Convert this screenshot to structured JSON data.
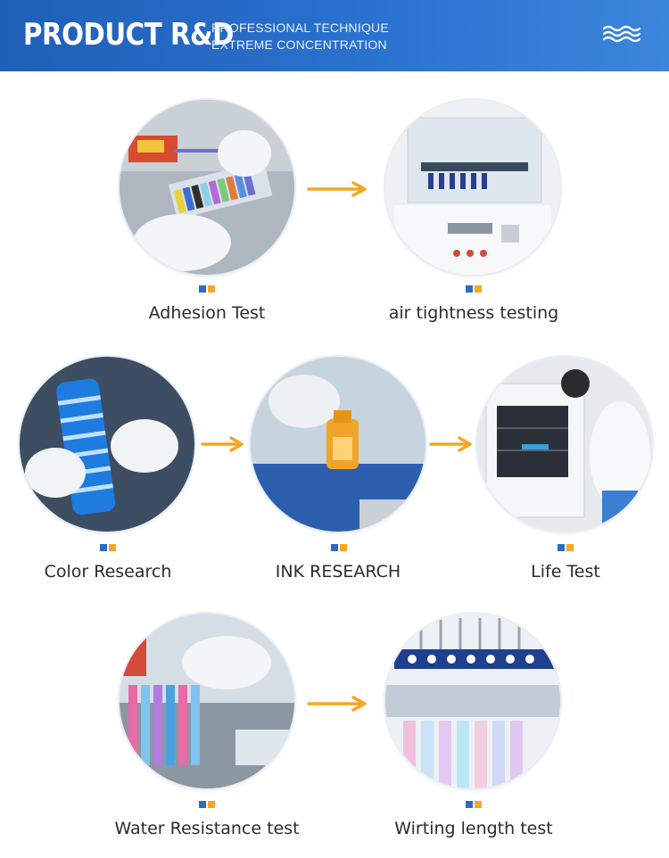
{
  "header": {
    "title": "PRODUCT R&D",
    "tagline_line1": "PROFESSIONAL TECHNIQUE",
    "tagline_line2": "EXTREME CONCENTRATION",
    "icon": "wave-icon"
  },
  "colors": {
    "header_blue": "#2a72cf",
    "arrow_orange": "#f5a623",
    "dot_blue": "#2b6cc4",
    "dot_orange": "#f5a623"
  },
  "tests": [
    {
      "label": "Adhesion Test",
      "image": "adhesion-test-photo"
    },
    {
      "label": "air tightness testing",
      "image": "air-tightness-testing-photo"
    },
    {
      "label": "Color Research",
      "image": "color-research-photo"
    },
    {
      "label": "INK RESEARCH",
      "image": "ink-research-photo"
    },
    {
      "label": "Life Test",
      "image": "life-test-photo"
    },
    {
      "label": "Water Resistance test",
      "image": "water-resistance-test-photo"
    },
    {
      "label": "Wirting length test",
      "image": "writing-length-test-photo"
    }
  ]
}
